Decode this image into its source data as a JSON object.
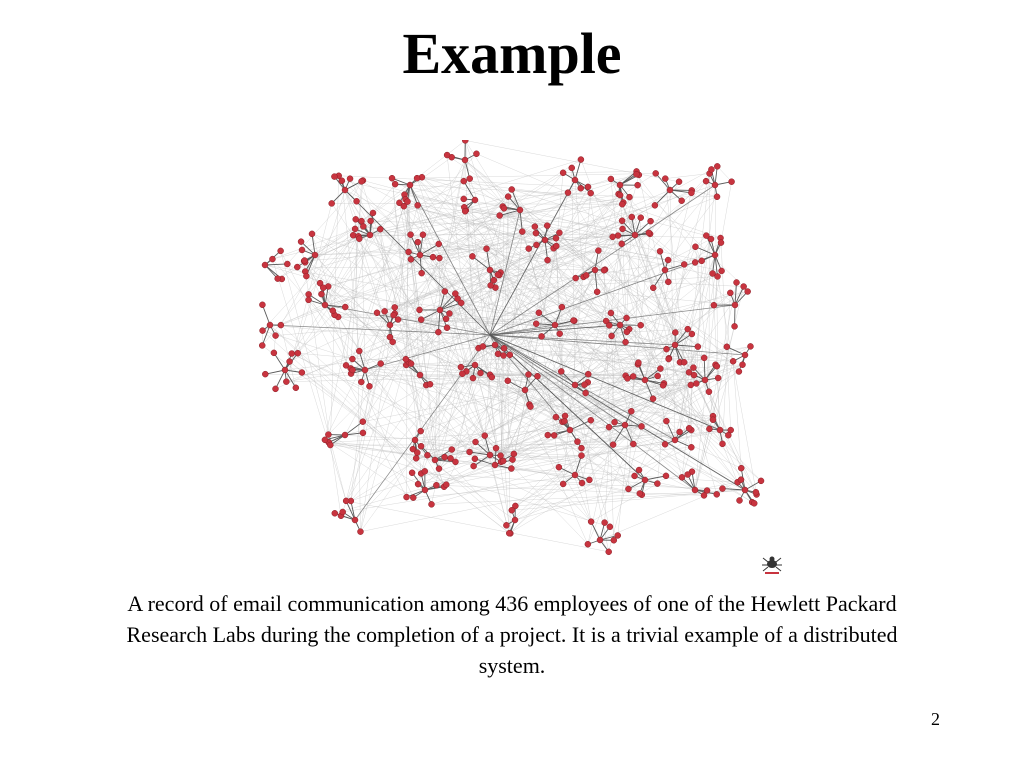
{
  "slide": {
    "title": "Example",
    "caption": "A record of email communication among 436 employees of one of the Hewlett Packard Research Labs during the completion of a project. It is a trivial example of a distributed system.",
    "page_number": "2"
  },
  "graph": {
    "node_count": 436,
    "node_color": "#c8343f",
    "edge_color": "#b9b9b9",
    "spoke_color": "#5a5a5a"
  }
}
